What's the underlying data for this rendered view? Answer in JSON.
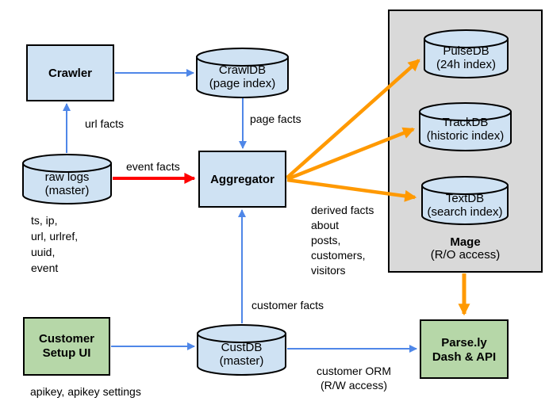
{
  "nodes": {
    "crawler": {
      "label": "Crawler"
    },
    "crawldb": {
      "name": "CrawlDB",
      "sub": "(page index)"
    },
    "rawlogs": {
      "name": "raw logs",
      "sub": "(master)"
    },
    "aggregator": {
      "label": "Aggregator"
    },
    "pulsedb": {
      "name": "PulseDB",
      "sub": "(24h index)"
    },
    "trackdb": {
      "name": "TrackDB",
      "sub": "(historic index)"
    },
    "textdb": {
      "name": "TextDB",
      "sub": "(search index)"
    },
    "mage": {
      "name": "Mage",
      "sub": "(R/O access)"
    },
    "customer_setup": {
      "line1": "Customer",
      "line2": "Setup UI"
    },
    "custdb": {
      "name": "CustDB",
      "sub": "(master)"
    },
    "parsely": {
      "line1": "Parse.ly",
      "line2": "Dash & API"
    }
  },
  "edge_labels": {
    "url_facts": "url facts",
    "page_facts": "page facts",
    "event_facts": "event facts",
    "customer_facts": "customer facts",
    "derived_facts_lines": [
      "derived facts",
      "about",
      "posts,",
      "customers,",
      "visitors"
    ],
    "customer_orm_lines": [
      "customer ORM",
      "(R/W access)"
    ]
  },
  "annotations": {
    "rawlog_fields_lines": [
      "ts, ip,",
      "url, urlref,",
      "uuid,",
      "event"
    ],
    "apikey_note": "apikey, apikey settings"
  },
  "colors": {
    "node_fill_blue": "#cfe2f3",
    "node_fill_green": "#b6d7a8",
    "group_fill_gray": "#d9d9d9",
    "border": "#000000",
    "arrow_blue": "#4f87e8",
    "arrow_red": "#ff0000",
    "arrow_orange": "#ff9900",
    "background": "#ffffff"
  }
}
